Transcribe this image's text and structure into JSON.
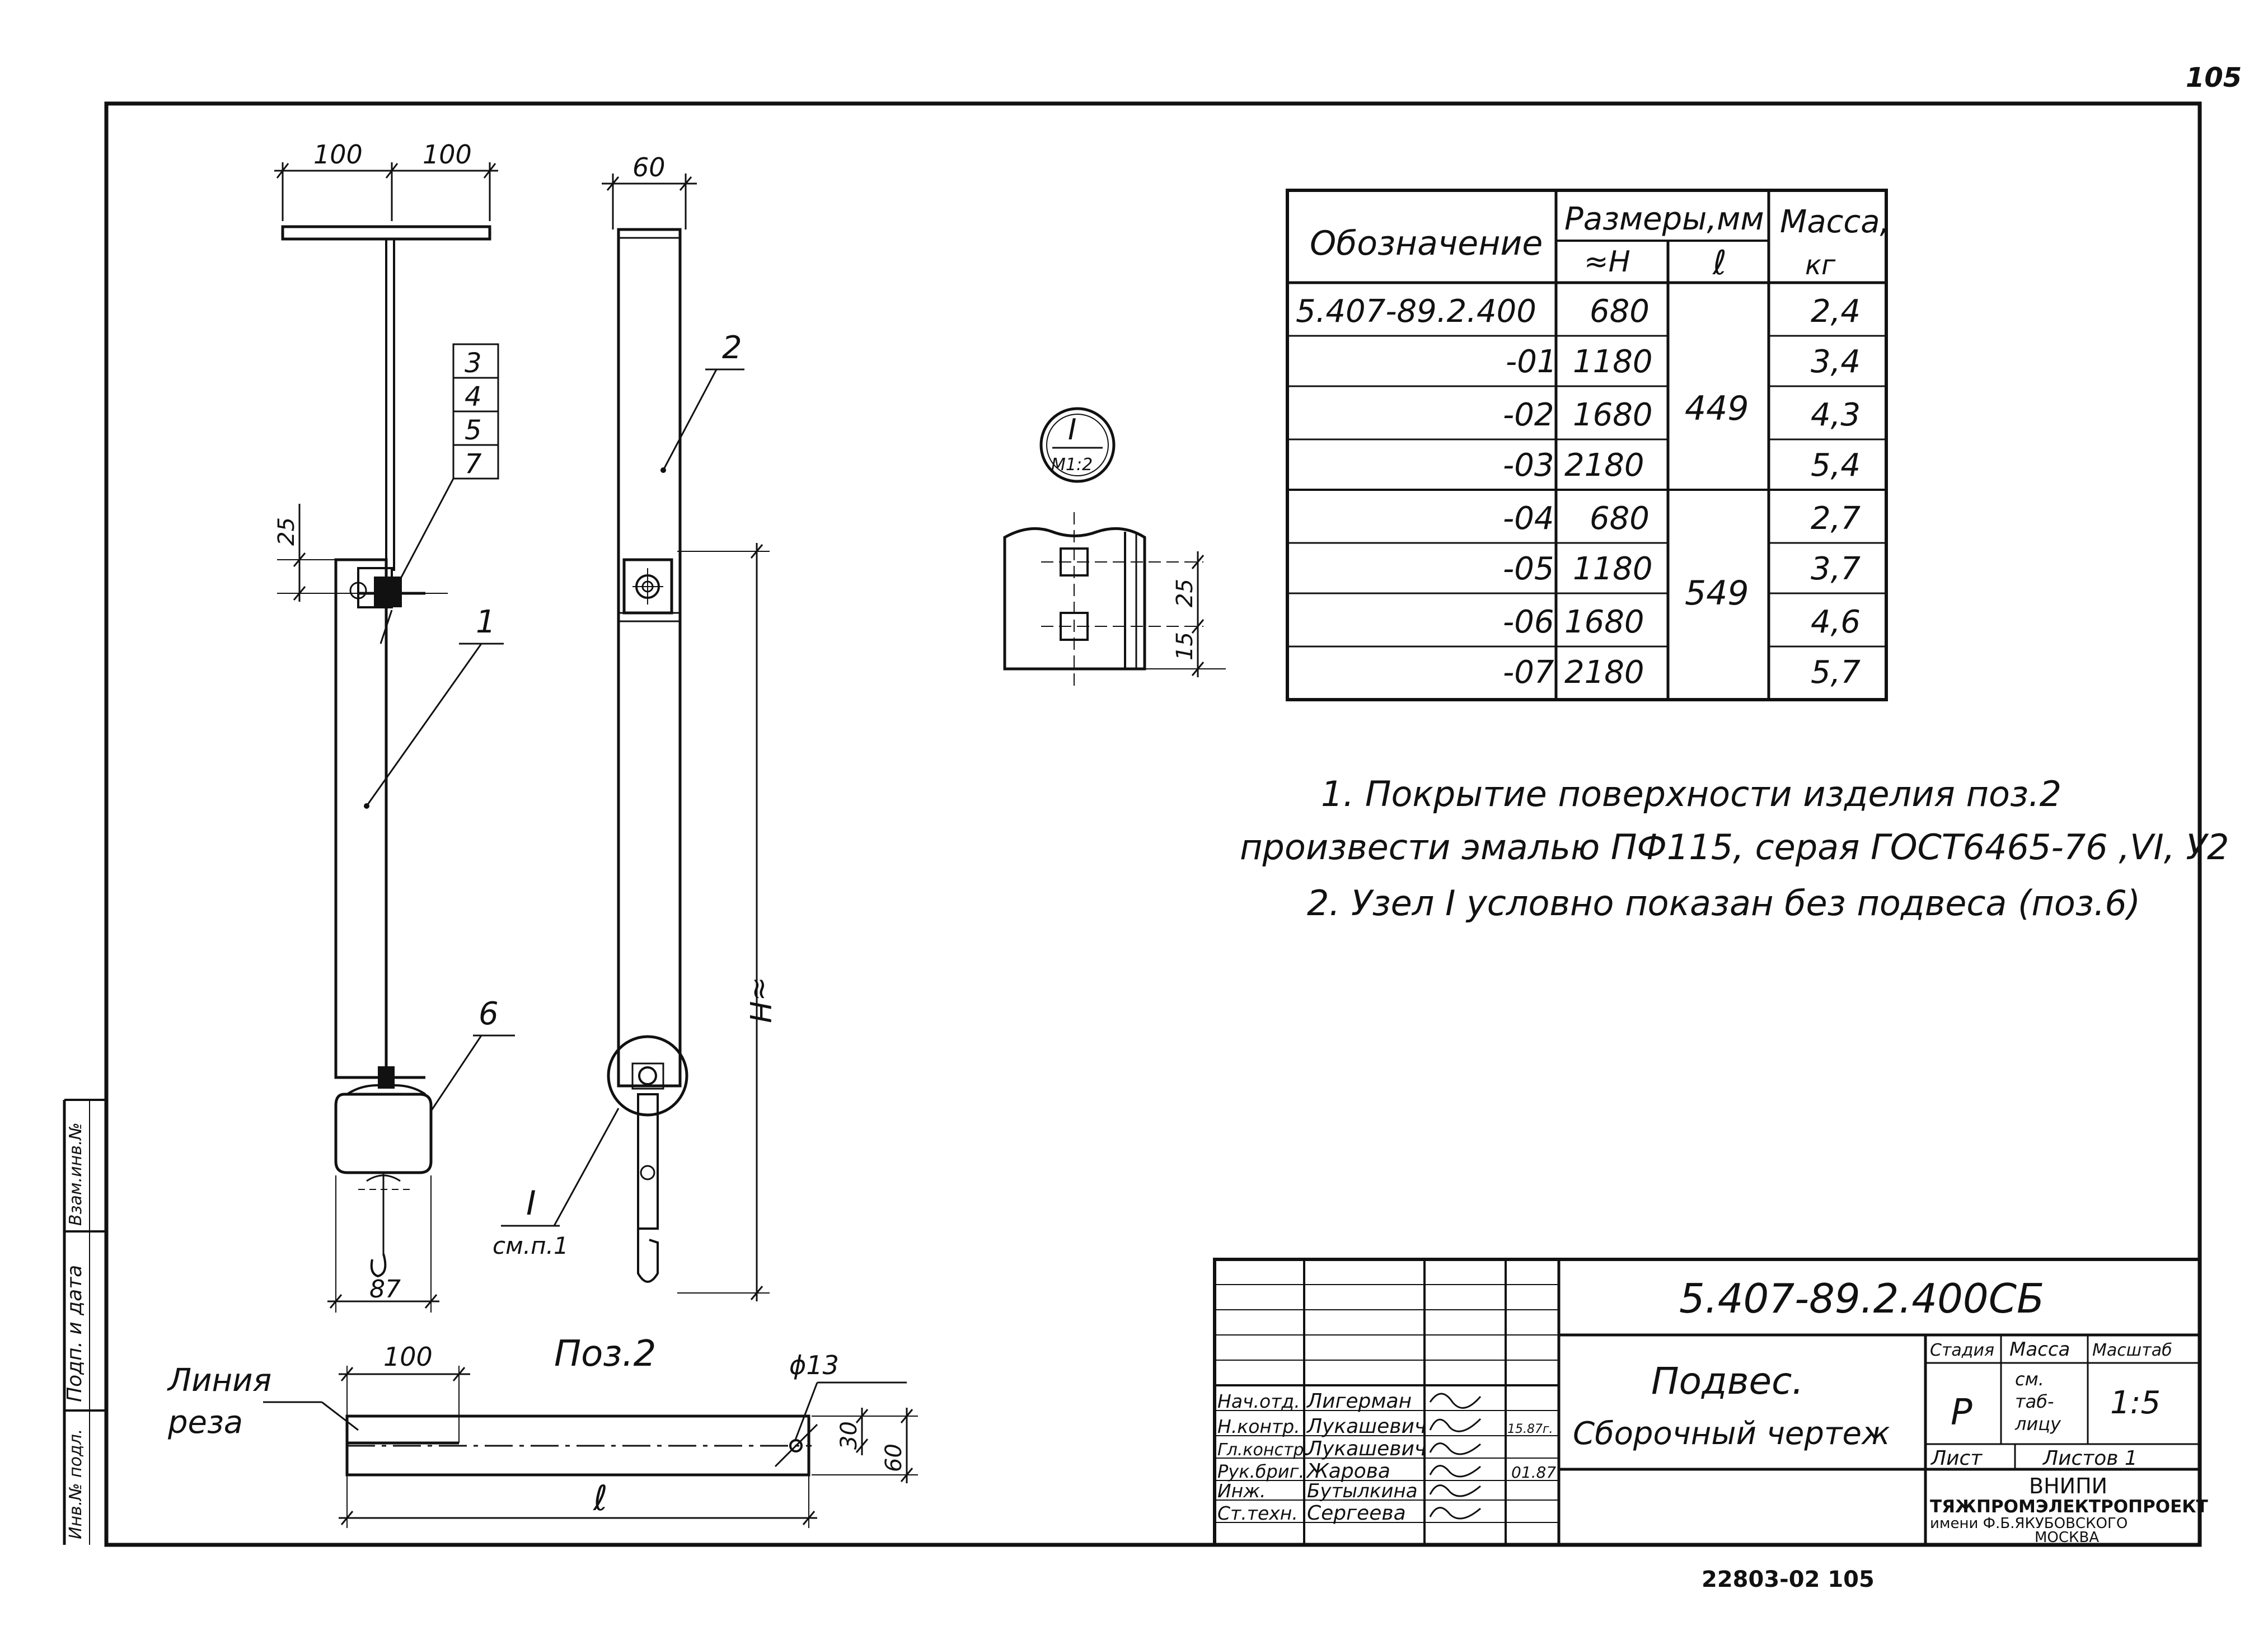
{
  "page_number": "105",
  "spec_table": {
    "headers": {
      "designation": "Обозначение",
      "dimensions": "Размеры,мм",
      "mass": "Масса,",
      "h": "≈H",
      "l": "ℓ",
      "mass_unit": "кг"
    },
    "rows": [
      {
        "designation": "5.407-89.2.400",
        "h": "680",
        "mass": "2,4"
      },
      {
        "designation": "-01",
        "h": "1180",
        "mass": "3,4"
      },
      {
        "designation": "-02",
        "h": "1680",
        "mass": "4,3"
      },
      {
        "designation": "-03",
        "h": "2180",
        "mass": "5,4"
      },
      {
        "designation": "-04",
        "h": "680",
        "mass": "2,7"
      },
      {
        "designation": "-05",
        "h": "1180",
        "mass": "3,7"
      },
      {
        "designation": "-06",
        "h": "1680",
        "mass": "4,6"
      },
      {
        "designation": "-07",
        "h": "2180",
        "mass": "5,7"
      }
    ],
    "l_groups": [
      "449",
      "549"
    ]
  },
  "notes": {
    "line1": "1. Покрытие поверхности изделия поз.2",
    "line2": "произвести эмалью ПФ115, серая ГОСТ6465-76 ,VI, У2",
    "line3": "2. Узел I условно показан без подвеса (поз.6)"
  },
  "node_callout": {
    "roman": "I",
    "scale": "М1:2",
    "dim_25": "25",
    "dim_15": "15"
  },
  "front_view": {
    "dim_left": "100",
    "dim_right": "100",
    "dim_25": "25",
    "dim_87": "87",
    "positions": [
      "3",
      "4",
      "5",
      "7"
    ],
    "pos_1": "1",
    "pos_6": "6"
  },
  "side_view": {
    "dim_60": "60",
    "pos_2": "2",
    "dim_h": "≈H",
    "node_label": "I",
    "node_ref": "см.п.1"
  },
  "pos2_view": {
    "title": "Поз.2",
    "cut_line": "Линия",
    "cut_line2": "реза",
    "dim_100": "100",
    "dim_d13": "ϕ13",
    "dim_30": "30",
    "dim_60": "60",
    "dim_l": "ℓ"
  },
  "side_strip": {
    "cell1": "Взам.инв.№",
    "cell2": "Подп. и дата",
    "cell3": "Инв.№ подл."
  },
  "title_block": {
    "doc_code": "5.407-89.2.400СБ",
    "title": "Подвес.",
    "subtitle": "Сборочный чертеж",
    "stage_label": "Стадия",
    "mass_label": "Масса",
    "scale_label": "Масштаб",
    "stage": "Р",
    "mass_value_1": "см.",
    "mass_value_2": "таб-",
    "mass_value_3": "лицу",
    "scale": "1:5",
    "sheet_label": "Лист",
    "sheets_label": "Листов 1",
    "org1": "ВНИПИ",
    "org2": "ТЯЖПРОМЭЛЕКТРОПРОЕКТ",
    "org3": "имени Ф.Б.ЯКУБОВСКОГО",
    "org4": "МОСКВА",
    "signatures": [
      {
        "role": "Нач.отд.",
        "name": "Лигерман",
        "date": ""
      },
      {
        "role": "Н.контр.",
        "name": "Лукашевич",
        "date": "15.87г."
      },
      {
        "role": "Гл.констр.",
        "name": "Лукашевич",
        "date": ""
      },
      {
        "role": "Рук.бриг.",
        "name": "Жарова",
        "date": "01.87"
      },
      {
        "role": "Инж.",
        "name": "Бутылкина",
        "date": ""
      },
      {
        "role": "Ст.техн.",
        "name": "Сергеева",
        "date": ""
      }
    ]
  },
  "footer_code": "22803-02  105"
}
